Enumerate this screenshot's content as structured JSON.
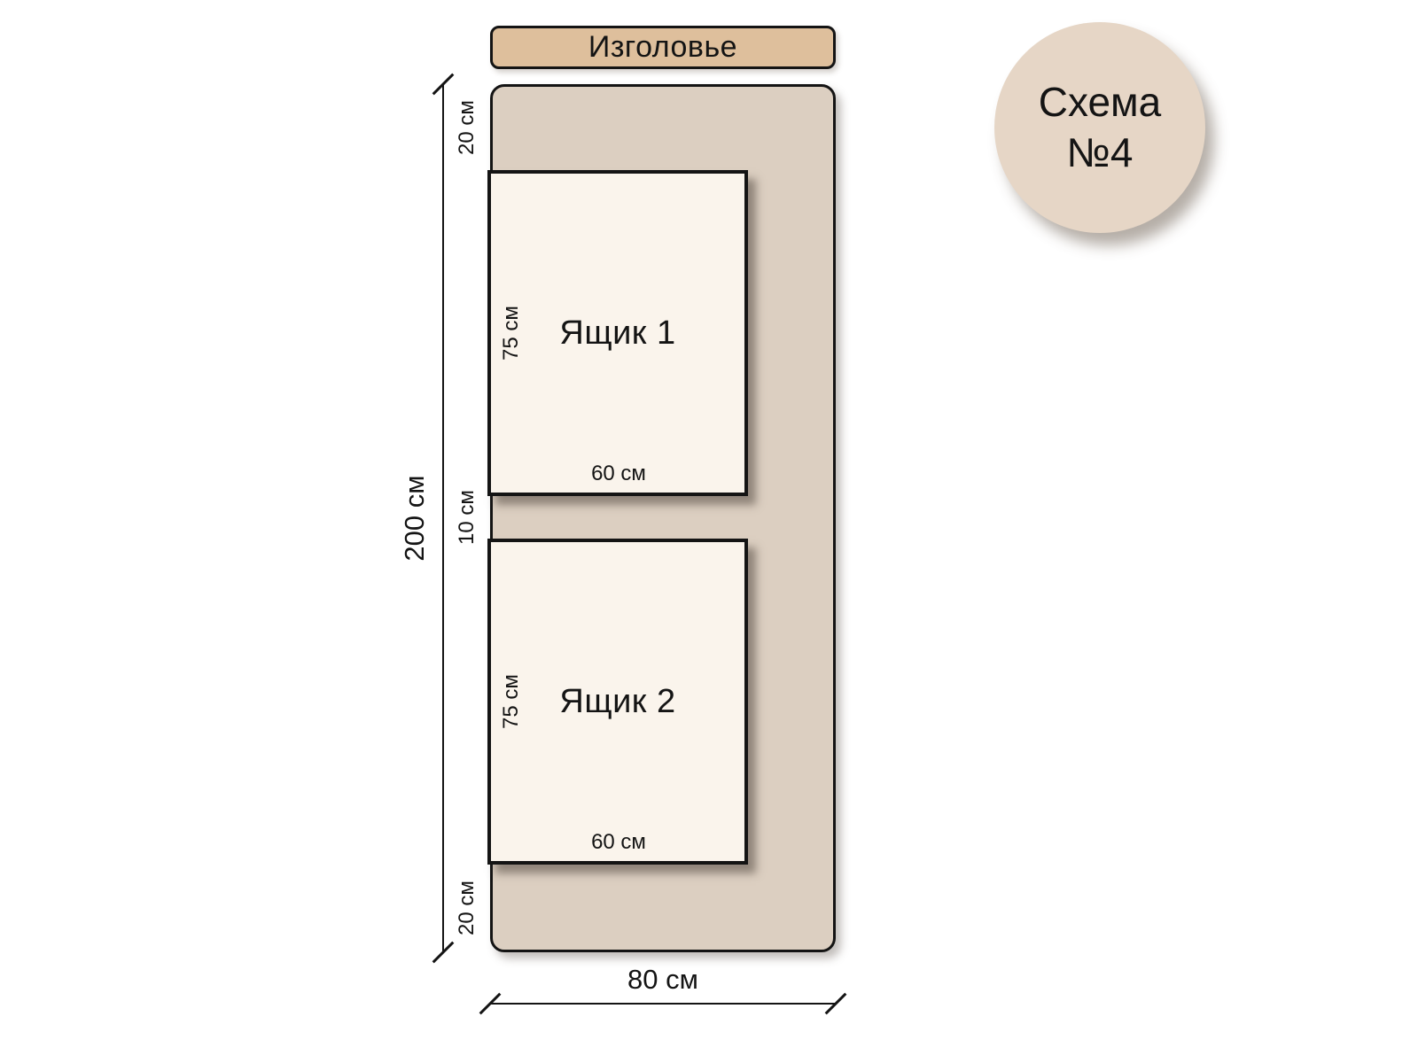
{
  "headboard": {
    "label": "Изголовье"
  },
  "drawers": [
    {
      "label": "Ящик 1",
      "height": "75 см",
      "width": "60 см"
    },
    {
      "label": "Ящик 2",
      "height": "75 см",
      "width": "60 см"
    }
  ],
  "dimensions": {
    "total_height": "200 см",
    "total_width": "80 см",
    "gap_top": "20 см",
    "gap_middle": "10 см",
    "gap_bottom": "20 см"
  },
  "badge": {
    "title": "Схема",
    "number": "№4"
  },
  "colors": {
    "headboard": "#debf9c",
    "bed_body": "#dccfc1",
    "drawer_face": "#faf4ec",
    "badge_circle": "#e6d6c6",
    "outline": "#141414",
    "background": "#ffffff"
  }
}
